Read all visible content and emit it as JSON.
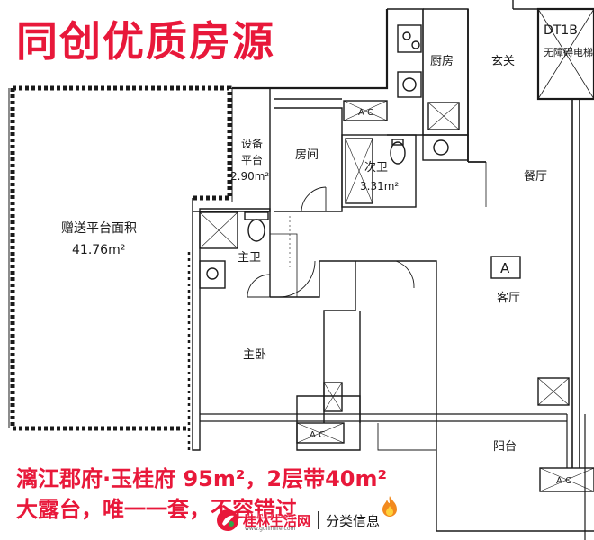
{
  "headline": "同创优质房源",
  "unit_label": "A",
  "elevator_label": "DT1B",
  "elevator_note": "无障碍电梯",
  "rooms": {
    "kitchen": "厨房",
    "foyer": "玄关",
    "dining": "餐厅",
    "equipment_platform": "设备平台",
    "equipment_area": "2.90m²",
    "room": "房间",
    "second_bath": "次卫",
    "second_bath_area": "3.31m²",
    "gift_platform": "赠送平台面积",
    "gift_platform_area": "41.76m²",
    "master_bath": "主卫",
    "living": "客厅",
    "master_bedroom": "主卧",
    "balcony": "阳台",
    "ac_1": "A C",
    "ac_2": "A C",
    "ac_3": "A C"
  },
  "caption": {
    "line1": "漓江郡府·玉桂府 95m²，2层带40m²",
    "line2": "大露台，唯一一套，不容错过"
  },
  "watermark": {
    "name": "桂林生活网",
    "url": "www.guilinlife.com",
    "tag": "分类信息"
  },
  "colors": {
    "accent": "#e8183a",
    "line": "#1a1a1a"
  }
}
